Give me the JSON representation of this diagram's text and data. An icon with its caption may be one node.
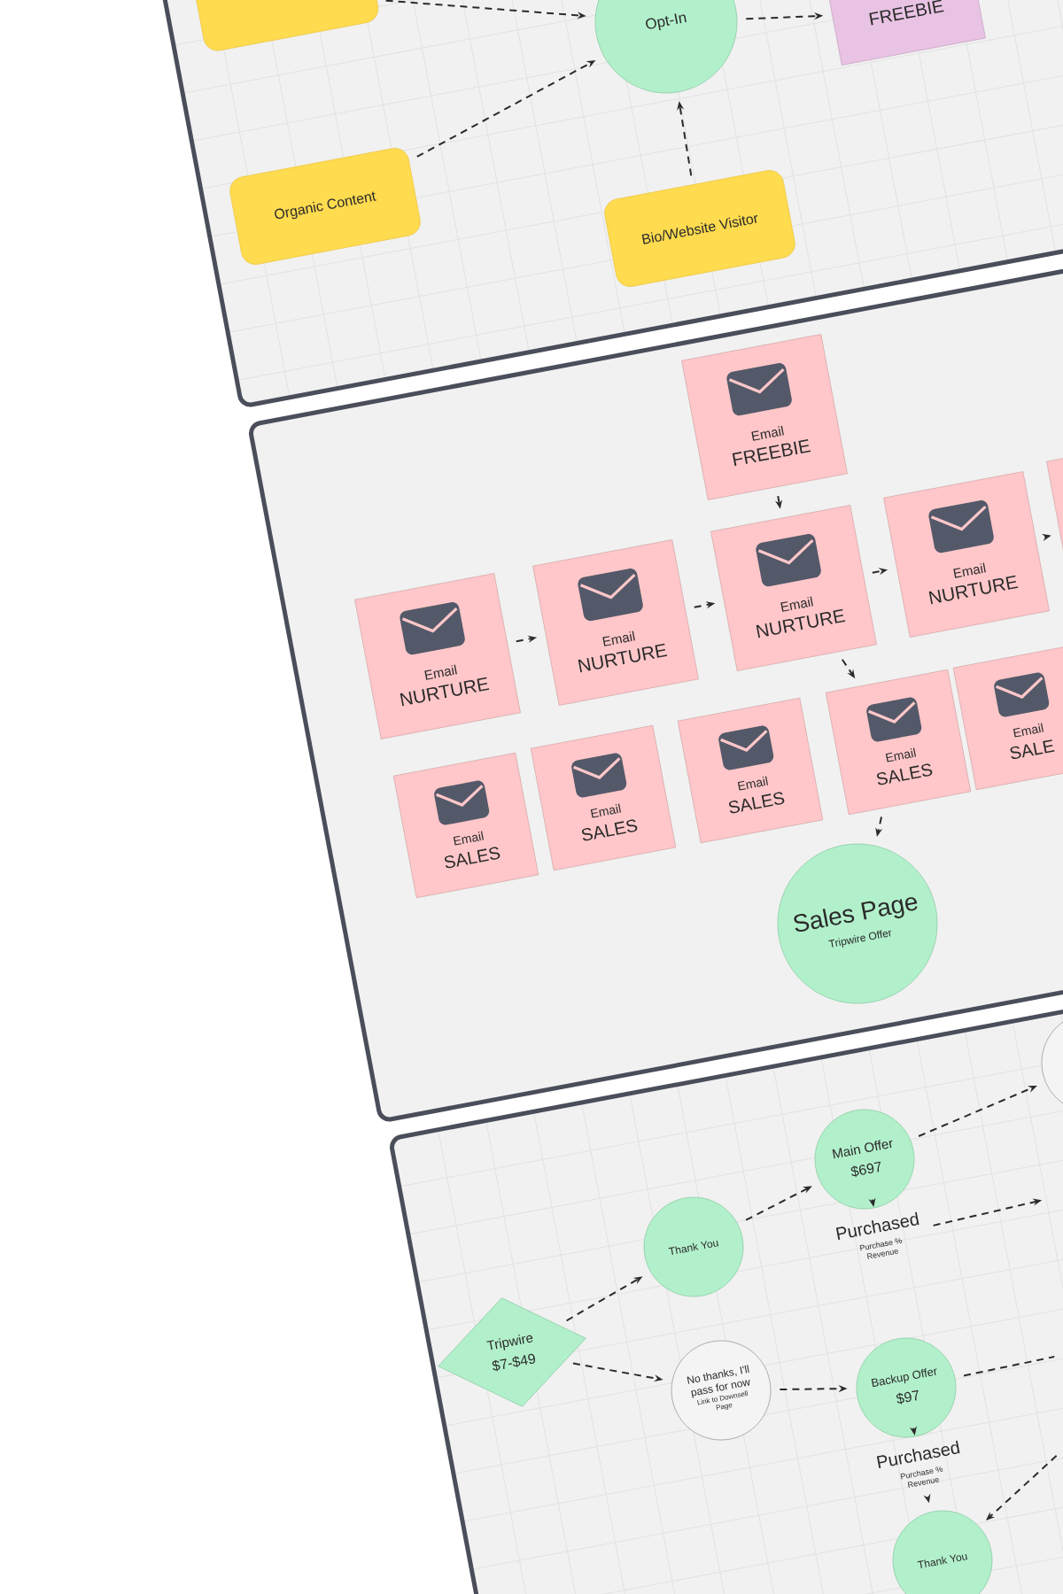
{
  "diagram": {
    "nodes": [
      {
        "text": [],
        "shape": "box"
      },
      {
        "text": [
          "Opt-In"
        ]
      },
      {
        "text": [
          "FREEBIE"
        ]
      },
      {
        "text": [
          "Organic Content"
        ]
      },
      {
        "text": [
          "Bio/Website Visitor"
        ]
      },
      {
        "text": [
          "Email",
          "FREEBIE"
        ]
      },
      {
        "text": [
          "Email",
          "NURTURE"
        ]
      },
      {
        "text": [
          "Email",
          "NURTURE"
        ]
      },
      {
        "text": [
          "Email",
          "NURTURE"
        ]
      },
      {
        "text": [
          "Email",
          "NURTURE"
        ]
      },
      {
        "text": [],
        "shape": "box"
      },
      {
        "text": [
          "Email",
          "SALES"
        ]
      },
      {
        "text": [
          "Email",
          "SALES"
        ]
      },
      {
        "text": [
          "Email",
          "SALES"
        ]
      },
      {
        "text": [
          "Email",
          "SALES"
        ]
      },
      {
        "text": [
          "Email",
          "SALE"
        ]
      },
      {
        "text": [
          "Sales Page",
          "Tripwire Offer"
        ]
      },
      {
        "text": [],
        "shape": "circle"
      },
      {
        "text": [
          "Main Offer",
          "$697"
        ]
      },
      {
        "text": [
          "Purchased",
          "Purchase % Revenue"
        ]
      },
      {
        "text": [
          "Thank You"
        ]
      },
      {
        "text": [
          "Tripwire",
          "$7-$49"
        ]
      },
      {
        "text": [
          "No thanks, I'll pass for now",
          "Link to Downsell Page"
        ]
      },
      {
        "text": [
          "Backup Offer",
          "$97"
        ]
      },
      {
        "text": [
          "Purchased",
          "Purchase % Revenue"
        ]
      },
      {
        "text": [
          "Thank You"
        ]
      }
    ],
    "edges": [
      {
        "from": 0,
        "to": 1,
        "arrow": "to",
        "style": "dashed"
      },
      {
        "from": 3,
        "to": 1,
        "arrow": "to",
        "style": "dashed"
      },
      {
        "from": 4,
        "to": 1,
        "arrow": "to",
        "style": "dashed"
      },
      {
        "from": 1,
        "to": 2,
        "arrow": "to",
        "style": "dashed"
      },
      {
        "from": 5,
        "to": 8,
        "arrow": "to",
        "style": "dashed"
      },
      {
        "from": 6,
        "to": 7,
        "arrow": "to",
        "style": "dashed"
      },
      {
        "from": 7,
        "to": 8,
        "arrow": "to",
        "style": "dashed"
      },
      {
        "from": 8,
        "to": 9,
        "arrow": "to",
        "style": "dashed"
      },
      {
        "from": 9,
        "to": 10,
        "arrow": "to",
        "style": "dashed"
      },
      {
        "from": 8,
        "to": 14,
        "arrow": "to",
        "style": "dashed"
      },
      {
        "from": 14,
        "to": 16,
        "arrow": "to",
        "style": "dashed"
      },
      {
        "from": 21,
        "to": 20,
        "arrow": "to",
        "style": "dashed"
      },
      {
        "from": 21,
        "to": 22,
        "arrow": "to",
        "style": "dashed"
      },
      {
        "from": 20,
        "to": 18,
        "arrow": "to",
        "style": "dashed"
      },
      {
        "from": 18,
        "to": 17,
        "arrow": "to",
        "style": "dashed"
      },
      {
        "from": 18,
        "to": 19,
        "arrow": "to",
        "style": "dashed"
      },
      {
        "from": 19,
        "to": null,
        "arrow": "to",
        "style": "dashed"
      },
      {
        "from": 22,
        "to": 23,
        "arrow": "to",
        "style": "dashed"
      },
      {
        "from": 23,
        "to": 24,
        "arrow": "to",
        "style": "dashed"
      },
      {
        "from": 24,
        "to": 25,
        "arrow": "to",
        "style": "dashed"
      },
      {
        "from": 23,
        "to": null,
        "arrow": "none",
        "style": "dashed"
      },
      {
        "from": null,
        "to": 25,
        "arrow": "to",
        "style": "dashed"
      }
    ]
  }
}
